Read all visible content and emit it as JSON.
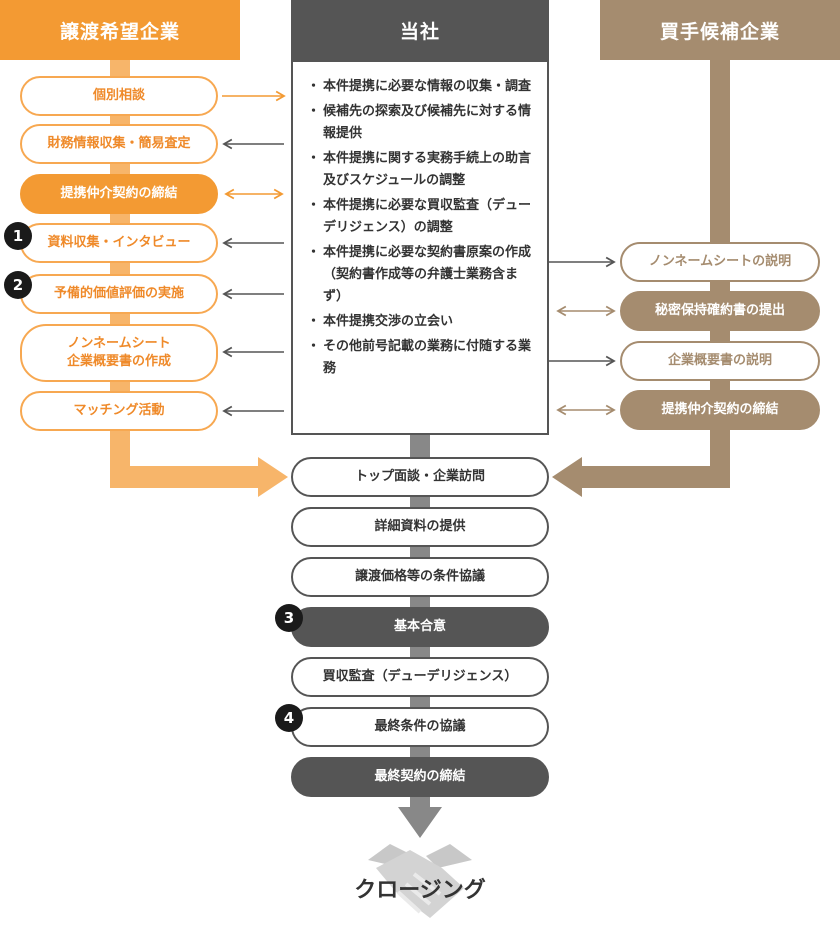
{
  "headers": {
    "seller": "譲渡希望企業",
    "company": "当社",
    "buyer": "買手候補企業"
  },
  "seller_steps": [
    {
      "label": "個別相談",
      "badge": ""
    },
    {
      "label": "財務情報収集・簡易査定",
      "badge": ""
    },
    {
      "label": "提携仲介契約の締結",
      "badge": ""
    },
    {
      "label": "資料収集・インタビュー",
      "badge": "1"
    },
    {
      "label": "予備的価値評価の実施",
      "badge": "2"
    },
    {
      "label": "ノンネームシート\n企業概要書の作成",
      "badge": ""
    },
    {
      "label": "マッチング活動",
      "badge": ""
    }
  ],
  "company_tasks": [
    "本件提携に必要な情報の収集・調査",
    "候補先の探索及び候補先に対する情報提供",
    "本件提携に関する実務手続上の助言 及びスケジュールの調整",
    "本件提携に必要な買収監査（デュー デリジェンス）の調整",
    "本件提携に必要な契約書原案の作成（契約書作成等の弁護士業務含まず）",
    "本件提携交渉の立会い",
    "その他前号記載の業務に付随する業務"
  ],
  "buyer_steps": [
    {
      "label": "ノンネームシートの説明"
    },
    {
      "label": "秘密保持確約書の提出"
    },
    {
      "label": "企業概要書の説明"
    },
    {
      "label": "提携仲介契約の締結"
    }
  ],
  "process_steps": [
    {
      "label": "トップ面談・企業訪問",
      "badge": ""
    },
    {
      "label": "詳細資料の提供",
      "badge": ""
    },
    {
      "label": "譲渡価格等の条件協議",
      "badge": ""
    },
    {
      "label": "基本合意",
      "badge": "3"
    },
    {
      "label": "買収監査（デューデリジェンス）",
      "badge": ""
    },
    {
      "label": "最終条件の協議",
      "badge": "4"
    },
    {
      "label": "最終契約の締結",
      "badge": ""
    }
  ],
  "closing_label": "クロージング",
  "colors": {
    "seller_orange": "#f39a33",
    "seller_light": "#f7b56a",
    "company_gray": "#555555",
    "buyer_brown": "#a58c6f"
  },
  "icons": [
    "handshake-icon"
  ]
}
